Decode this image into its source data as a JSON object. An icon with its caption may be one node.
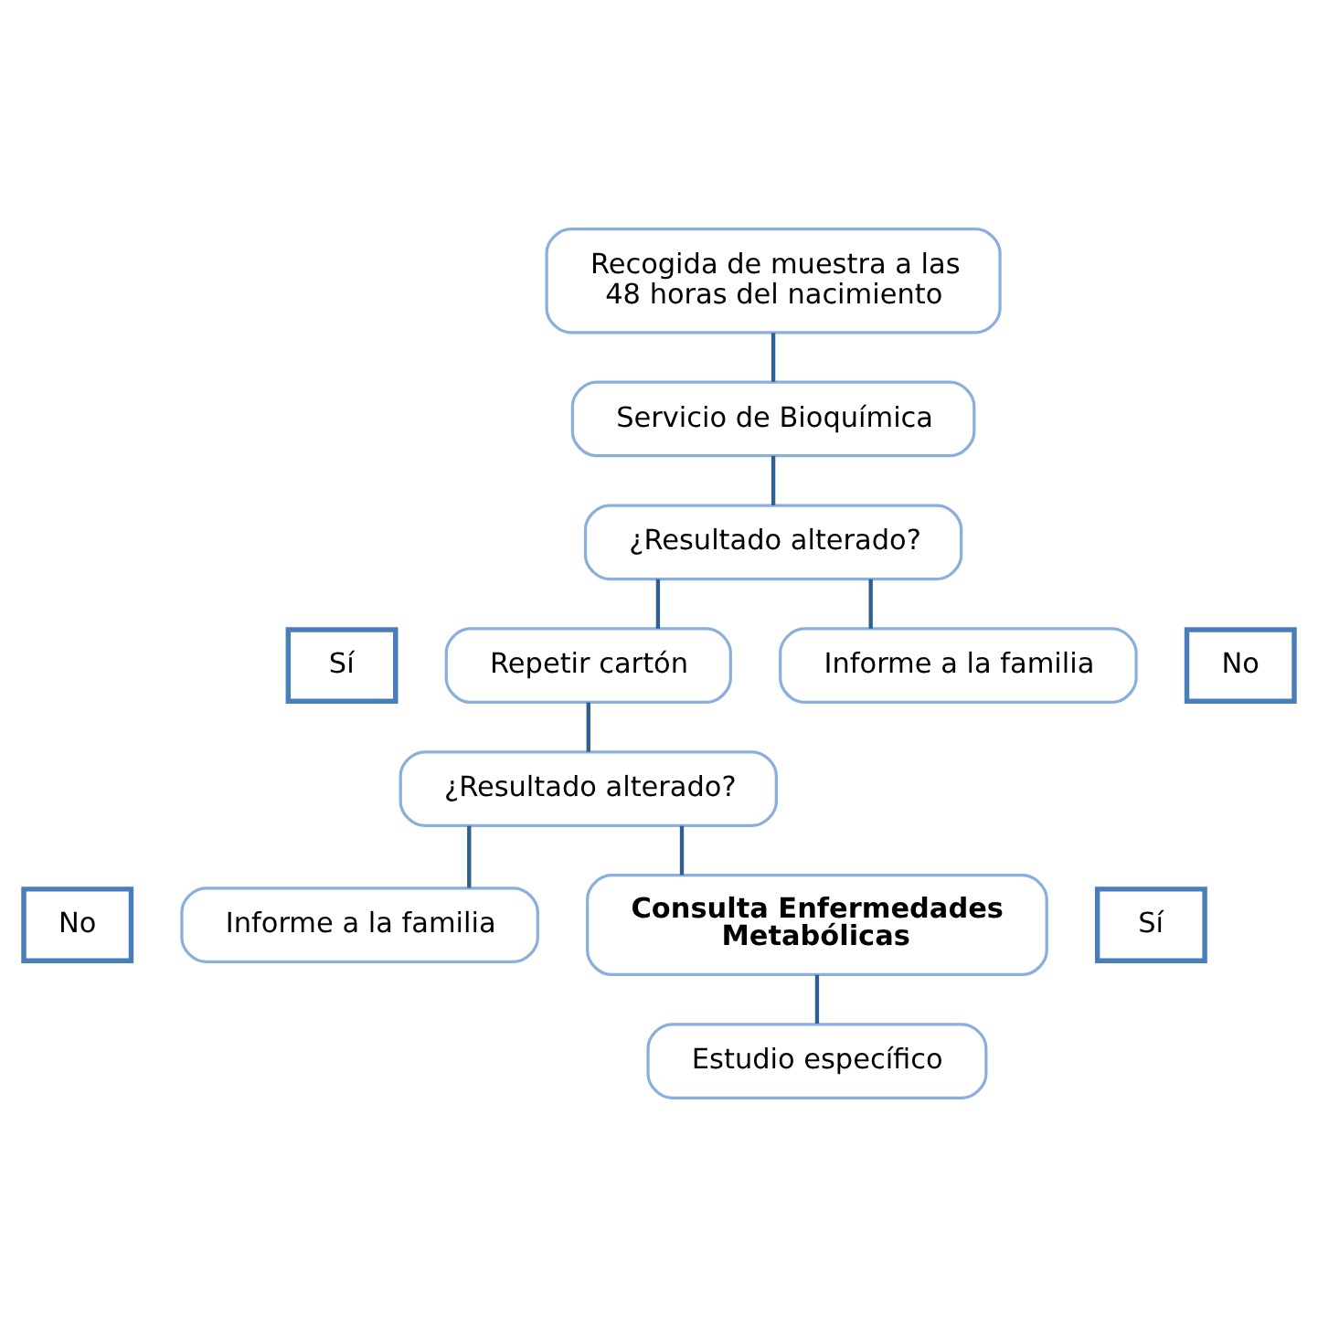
{
  "diagram": {
    "nodes": [
      {
        "text": [
          "Recogida de muestra a las 48 horas del nacimiento"
        ]
      },
      {
        "text": [
          "Servicio de Bioquímica"
        ]
      },
      {
        "text": [
          "¿Resultado alterado?"
        ]
      },
      {
        "text": [
          "Sí"
        ]
      },
      {
        "text": [
          "No"
        ]
      },
      {
        "text": [
          "Repetir cartón"
        ]
      },
      {
        "text": [
          "Informe a la familia"
        ]
      },
      {
        "text": [
          "¿Resultado alterado?"
        ]
      },
      {
        "text": [
          "No"
        ]
      },
      {
        "text": [
          "Sí"
        ]
      },
      {
        "text": [
          "Informe a la familia"
        ]
      },
      {
        "text": [
          "Consulta Enfermedades Metabólicas"
        ]
      },
      {
        "text": [
          "Estudio específico"
        ]
      }
    ],
    "edges": [
      {
        "from": 0,
        "to": 1,
        "arrow": "none"
      },
      {
        "from": 1,
        "to": 2,
        "arrow": "none"
      },
      {
        "from": 2,
        "to": 5,
        "arrow": "none"
      },
      {
        "from": 2,
        "to": 6,
        "arrow": "none"
      },
      {
        "from": 5,
        "to": 7,
        "arrow": "none"
      },
      {
        "from": 7,
        "to": 10,
        "arrow": "none"
      },
      {
        "from": 7,
        "to": 11,
        "arrow": "none"
      },
      {
        "from": 11,
        "to": 12,
        "arrow": "none"
      }
    ]
  }
}
